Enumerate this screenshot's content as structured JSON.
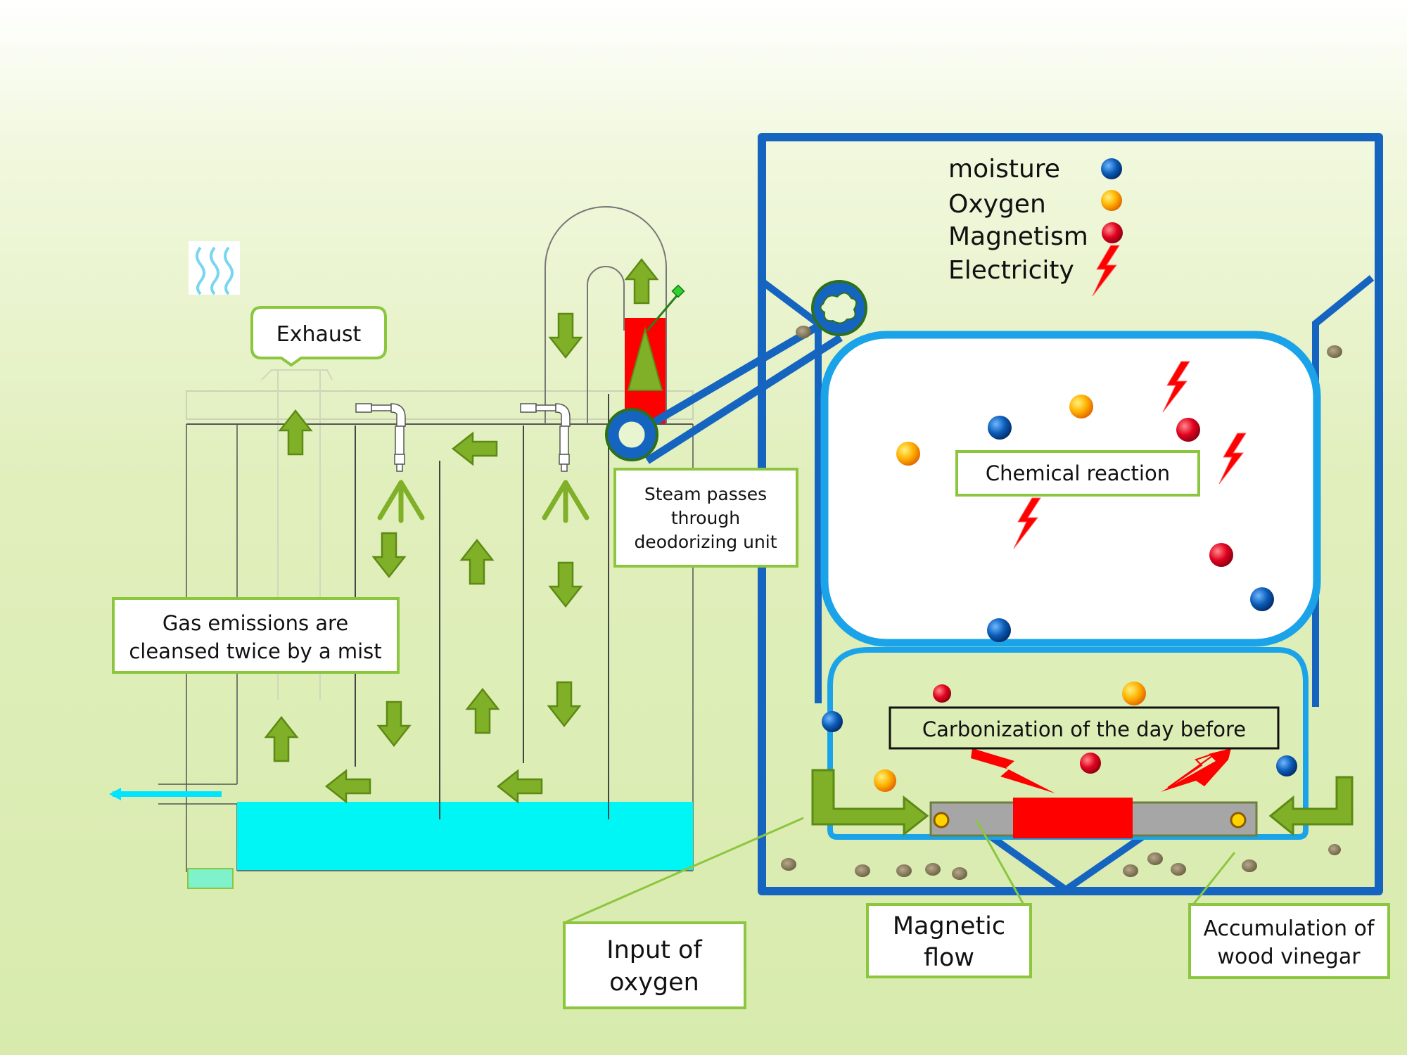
{
  "labels": {
    "exhaust": "Exhaust",
    "gas_line1": "Gas emissions are",
    "gas_line2": "cleansed twice by a mist",
    "steam_line1": "Steam passes",
    "steam_line2": "through",
    "steam_line3": "deodorizing unit",
    "chemical": "Chemical reaction",
    "carbonization": "Carbonization of the day before",
    "input_line1": "Input of",
    "input_line2": "oxygen",
    "magnetic_line1": "Magnetic",
    "magnetic_line2": "flow",
    "vinegar_line1": "Accumulation of",
    "vinegar_line2": "wood vinegar"
  },
  "legend": [
    {
      "label": "moisture",
      "icon": "blue-sphere-icon",
      "color": "#0a4fa0"
    },
    {
      "label": "Oxygen",
      "icon": "orange-sphere-icon",
      "color": "#f5a300"
    },
    {
      "label": "Magnetism",
      "icon": "red-sphere-icon",
      "color": "#d6001c"
    },
    {
      "label": "Electricity",
      "icon": "lightning-icon",
      "color": "#ff0000"
    }
  ],
  "colors": {
    "frame_blue": "#1565c0",
    "chamber_blue": "#1aa3e8",
    "arrow_green": "#7fb027",
    "arrow_edge": "#5c8a14",
    "box_border": "#8cc63f",
    "water": "#00f5f5",
    "heater_red": "#ff0000"
  }
}
